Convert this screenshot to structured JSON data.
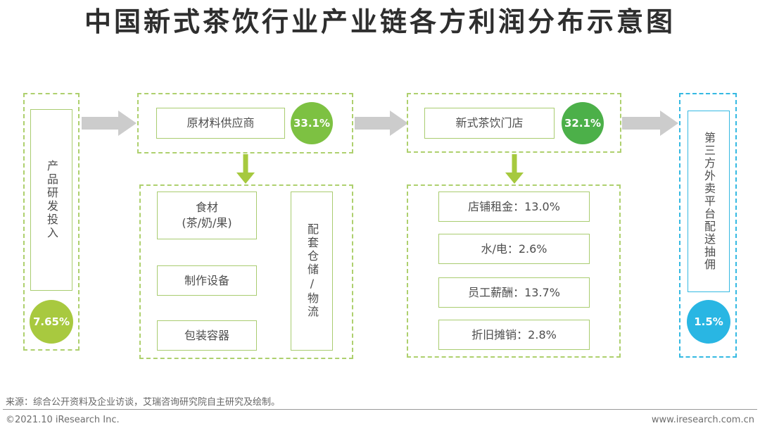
{
  "title": "中国新式茶饮行业产业链各方利润分布示意图",
  "colors": {
    "green_dash_border": "#aed06e",
    "cyan_dash_border": "#35b9e2",
    "rnd_circle": "#a8c93f",
    "suppliers_circle": "#7dc142",
    "stores_circle": "#4cb049",
    "delivery_circle": "#29b6e3",
    "gray_arrow": "#cccccc",
    "green_arrow": "#a6c93e"
  },
  "flow": {
    "rnd": {
      "label": "产品研发投入",
      "share": "7.65%"
    },
    "suppliers": {
      "label": "原材料供应商",
      "share": "33.1%",
      "items": [
        {
          "text": "食材",
          "sub": "(茶/奶/果)"
        },
        {
          "text": "制作设备"
        },
        {
          "text": "包装容器"
        }
      ],
      "side_item": "配套仓储/物流"
    },
    "stores": {
      "label": "新式茶饮门店",
      "share": "32.1%",
      "costs": [
        {
          "label": "店铺租金",
          "value": "13.0%",
          "text": "店铺租金：13.0%"
        },
        {
          "label": "水/电",
          "value": "2.6%",
          "text": "水/电：2.6%"
        },
        {
          "label": "员工薪酬",
          "value": "13.7%",
          "text": "员工薪酬：13.7%"
        },
        {
          "label": "折旧摊销",
          "value": "2.8%",
          "text": "折旧摊销：2.8%"
        }
      ]
    },
    "delivery": {
      "label": "第三方外卖平台配送抽佣",
      "share": "1.5%"
    }
  },
  "footer": {
    "source": "来源：综合公开资料及企业访谈，艾瑞咨询研究院自主研究及绘制。",
    "copyright": "©2021.10 iResearch Inc.",
    "website": "www.iresearch.com.cn"
  }
}
